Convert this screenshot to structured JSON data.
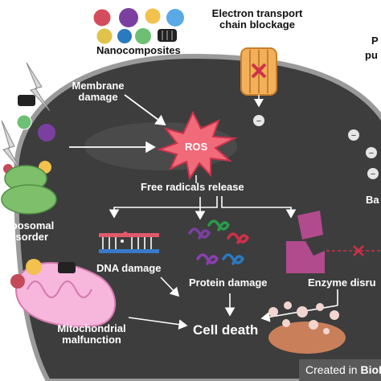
{
  "labels": {
    "nanocomposites": "Nanocomposites",
    "etc_line1": "Electron transport",
    "etc_line2": "chain blockage",
    "membrane_line1": "Membrane",
    "membrane_line2": "damage",
    "ros": "ROS",
    "free_radicals": "Free radicals release",
    "ribosomal_line1": "Ribosomal",
    "ribosomal_line2": "disorder",
    "dna_damage": "DNA damage",
    "protein_damage": "Protein damage",
    "enzyme": "Enzyme disru",
    "mito_line1": "Mitochondrial",
    "mito_line2": "malfunction",
    "cell_death": "Cell death",
    "right_partial_1": "P",
    "right_partial_2": "pu",
    "right_partial_3": "Ba",
    "minus": "−"
  },
  "footer": {
    "prefix": "Created in ",
    "brand": "BioR"
  },
  "colors": {
    "cell_fill": "#3d3d3d",
    "cell_border": "#9a9a9a",
    "ros_red": "#e0475c",
    "ribosome_green": "#7dbf6a",
    "channel_orange": "#f2b05a",
    "enzyme_magenta": "#b24a8e",
    "mito_pink": "#f7b6dc",
    "arrow": "#111111"
  }
}
